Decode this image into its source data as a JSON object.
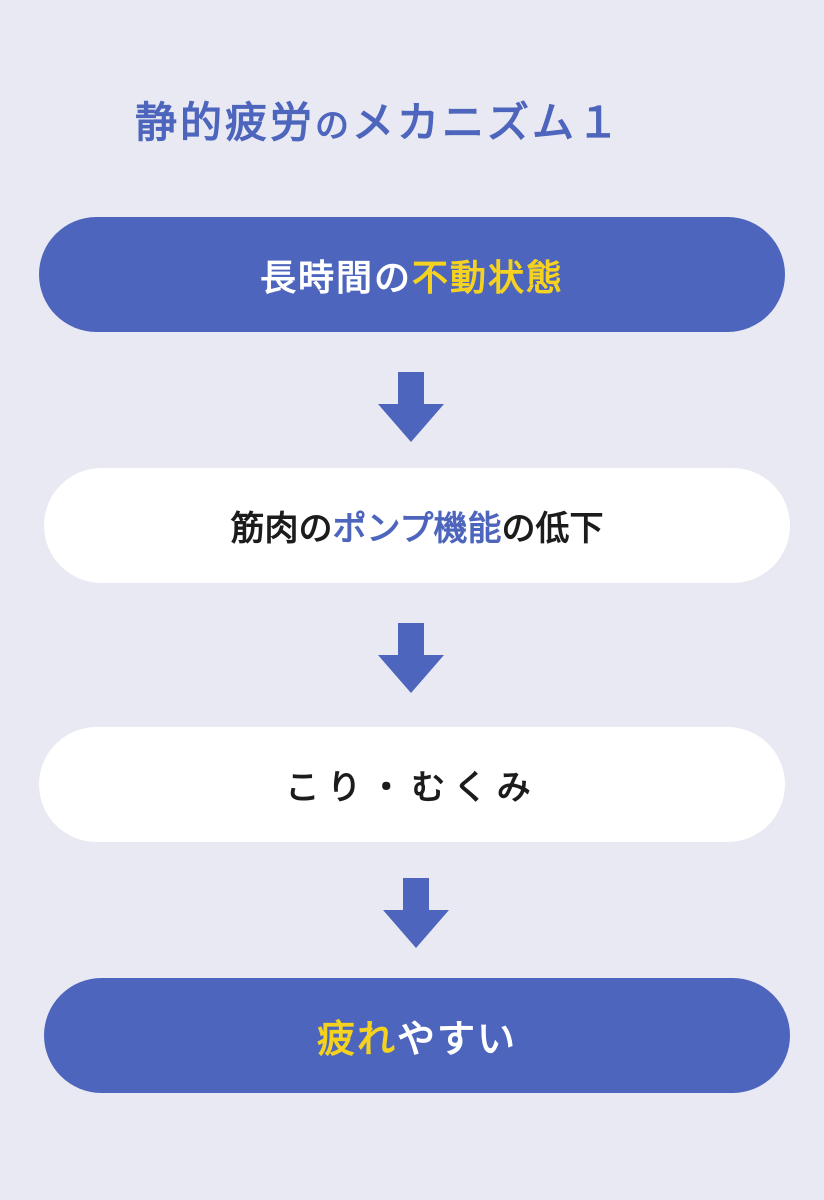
{
  "title": {
    "main": "静的疲労",
    "connector": "の",
    "rest": "メカニズム１"
  },
  "steps": [
    {
      "parts": [
        {
          "text": "長時間の",
          "color": "white"
        },
        {
          "text": "不動状態",
          "color": "yellow"
        }
      ]
    },
    {
      "parts": [
        {
          "text": "筋肉の",
          "color": "dark"
        },
        {
          "text": "ポンプ機能",
          "color": "accent"
        },
        {
          "text": "の低下",
          "color": "dark"
        }
      ]
    },
    {
      "parts": [
        {
          "text": "こり・むくみ",
          "color": "accent"
        }
      ]
    },
    {
      "parts": [
        {
          "text": "疲れ",
          "color": "yellow"
        },
        {
          "text": "やすい",
          "color": "white"
        }
      ]
    }
  ],
  "colors": {
    "accent": "#4d65bc",
    "background": "#e8e9f2",
    "highlight": "#f4d21f",
    "dark_text": "#1c1c1c"
  },
  "icons": {
    "flow_arrow": "arrow-down-icon"
  }
}
